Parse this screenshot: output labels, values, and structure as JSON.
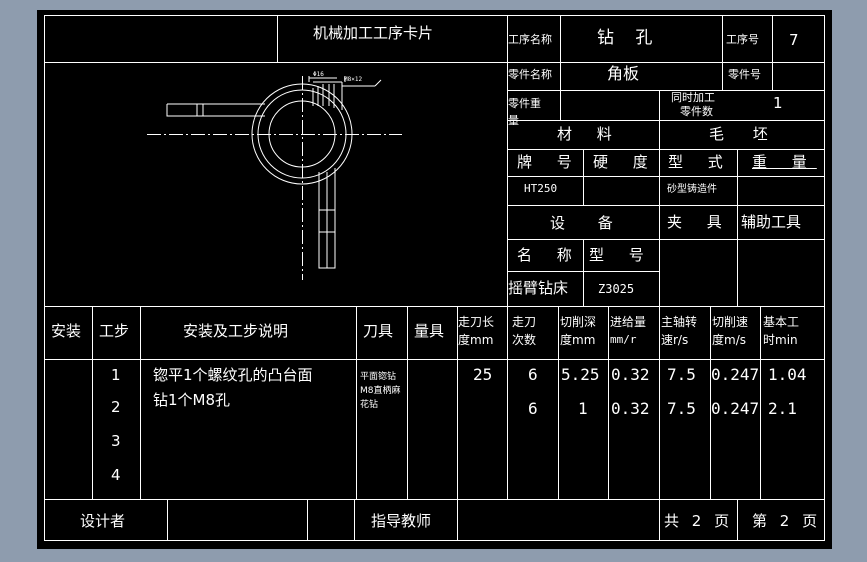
{
  "card": {
    "title": "机械加工工序卡片",
    "process_name_label": "工序名称",
    "process_name": "钻 孔",
    "process_no_label": "工序号",
    "process_no": "7",
    "part_name_label": "零件名称",
    "part_name": "角板",
    "part_no_label": "零件号",
    "part_no": "",
    "part_weight_label_1": "零件重",
    "part_weight_label_2": "量",
    "part_weight": "",
    "simul_label_1": "同时加工",
    "simul_label_2": "零件数",
    "simul_count": "1"
  },
  "material": {
    "header": "材 料",
    "grade_label": "牌 号",
    "hardness_label": "硬 度",
    "grade": "HT250",
    "hardness": ""
  },
  "blank": {
    "header": "毛 坯",
    "type_label": "型 式",
    "weight_label": "重 量",
    "type": "砂型铸造件",
    "weight": ""
  },
  "equipment": {
    "header": "设 备",
    "name_label": "名 称",
    "model_label": "型 号",
    "name": "摇臂钻床",
    "model": "Z3025"
  },
  "fixture": {
    "fixture_label": "夹 具",
    "aux_tool_label": "辅助工具"
  },
  "drawing": {
    "dim_1": "Φ16",
    "dim_2": "M8×12"
  },
  "steps_table": {
    "headers": {
      "install": "安装",
      "step": "工步",
      "description": "安装及工步说明",
      "cutter": "刀具",
      "gauge": "量具",
      "feed_length_1": "走刀长",
      "feed_length_2": "度mm",
      "passes_1": "走刀",
      "passes_2": "次数",
      "depth_1": "切削深",
      "depth_2": "度mm",
      "feed_1": "进给量",
      "feed_2": "mm/r",
      "spindle_1": "主轴转",
      "spindle_2": "速r/s",
      "speed_1": "切削速",
      "speed_2": "度m/s",
      "time_1": "基本工",
      "time_2": "时min"
    },
    "rows": [
      {
        "step": "1",
        "description": "锪平1个螺纹孔的凸台面",
        "cutter_1": "平面锪钻",
        "cutter_2": "M8直柄麻",
        "cutter_3": "花钻",
        "feed_length": "25",
        "passes": "6",
        "depth": "5.25",
        "feed": "0.32",
        "spindle": "7.5",
        "speed": "0.247",
        "time": "1.04"
      },
      {
        "step": "2",
        "description": "钻1个M8孔",
        "passes": "6",
        "depth": "1",
        "feed": "0.32",
        "spindle": "7.5",
        "speed": "0.247",
        "time": "2.1"
      },
      {
        "step": "3"
      },
      {
        "step": "4"
      }
    ]
  },
  "footer": {
    "designer_label": "设计者",
    "designer": "",
    "advisor_label": "指导教师",
    "advisor": "",
    "total_pages": "共 2 页",
    "page_no": "第 2 页"
  }
}
